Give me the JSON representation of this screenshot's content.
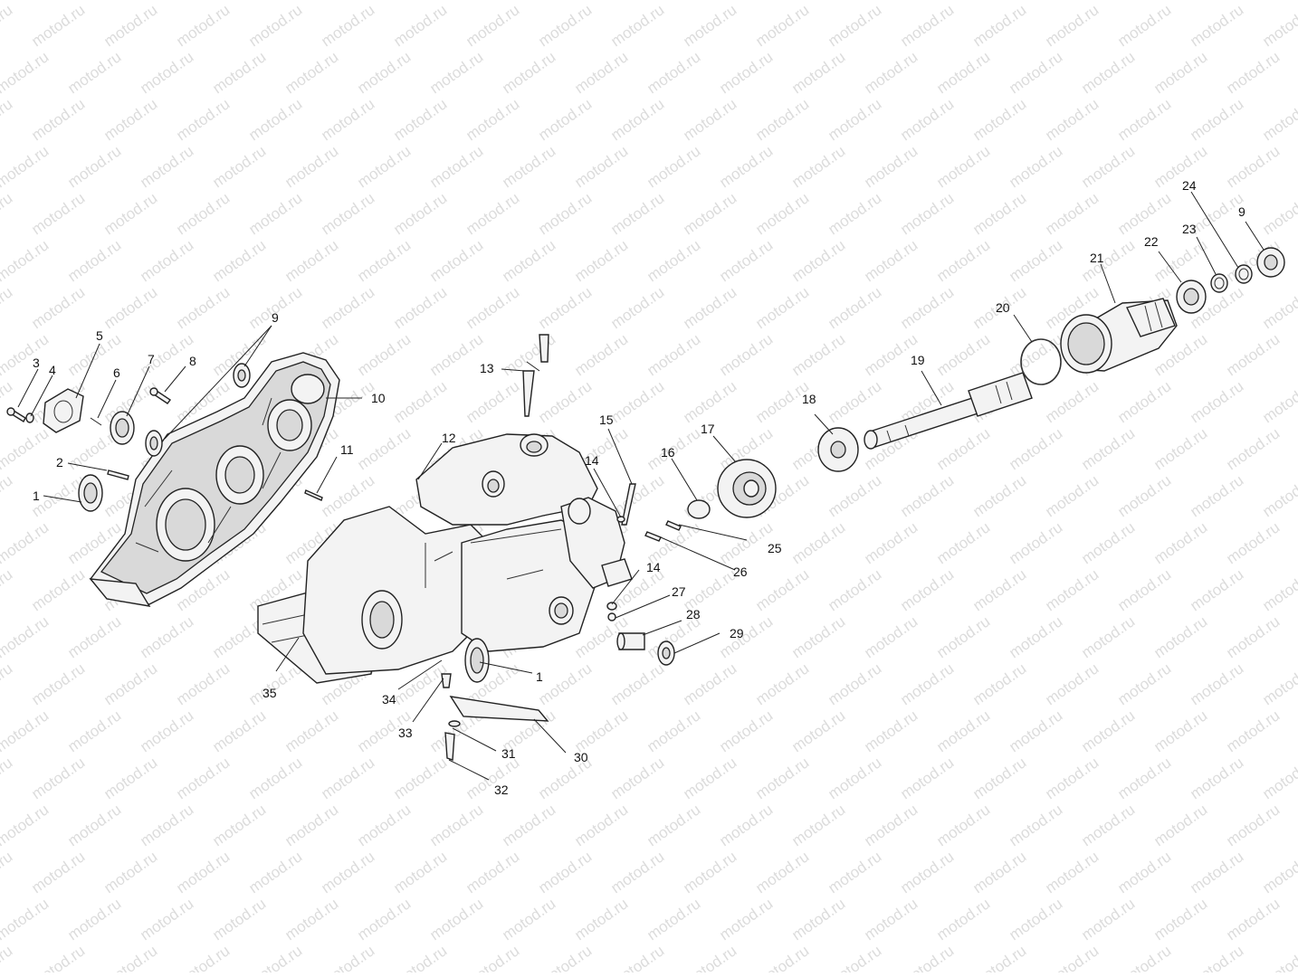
{
  "watermark": {
    "text": "motod.ru",
    "color": "#dcdcdc"
  },
  "callouts": [
    {
      "id": "c1a",
      "label": "1"
    },
    {
      "id": "c2",
      "label": "2"
    },
    {
      "id": "c3",
      "label": "3"
    },
    {
      "id": "c4",
      "label": "4"
    },
    {
      "id": "c5",
      "label": "5"
    },
    {
      "id": "c6",
      "label": "6"
    },
    {
      "id": "c7",
      "label": "7"
    },
    {
      "id": "c8",
      "label": "8"
    },
    {
      "id": "c9a",
      "label": "9"
    },
    {
      "id": "c10",
      "label": "10"
    },
    {
      "id": "c11",
      "label": "11"
    },
    {
      "id": "c12",
      "label": "12"
    },
    {
      "id": "c13",
      "label": "13"
    },
    {
      "id": "c14a",
      "label": "14"
    },
    {
      "id": "c15",
      "label": "15"
    },
    {
      "id": "c16",
      "label": "16"
    },
    {
      "id": "c17",
      "label": "17"
    },
    {
      "id": "c14b",
      "label": "14"
    },
    {
      "id": "c25",
      "label": "25"
    },
    {
      "id": "c26",
      "label": "26"
    },
    {
      "id": "c27",
      "label": "27"
    },
    {
      "id": "c28",
      "label": "28"
    },
    {
      "id": "c29",
      "label": "29"
    },
    {
      "id": "c1b",
      "label": "1"
    },
    {
      "id": "c35",
      "label": "35"
    },
    {
      "id": "c34",
      "label": "34"
    },
    {
      "id": "c33",
      "label": "33"
    },
    {
      "id": "c31",
      "label": "31"
    },
    {
      "id": "c30",
      "label": "30"
    },
    {
      "id": "c32",
      "label": "32"
    },
    {
      "id": "c18",
      "label": "18"
    },
    {
      "id": "c19",
      "label": "19"
    },
    {
      "id": "c20",
      "label": "20"
    },
    {
      "id": "c21",
      "label": "21"
    },
    {
      "id": "c22",
      "label": "22"
    },
    {
      "id": "c23",
      "label": "23"
    },
    {
      "id": "c24",
      "label": "24"
    },
    {
      "id": "c9b",
      "label": "9"
    }
  ]
}
